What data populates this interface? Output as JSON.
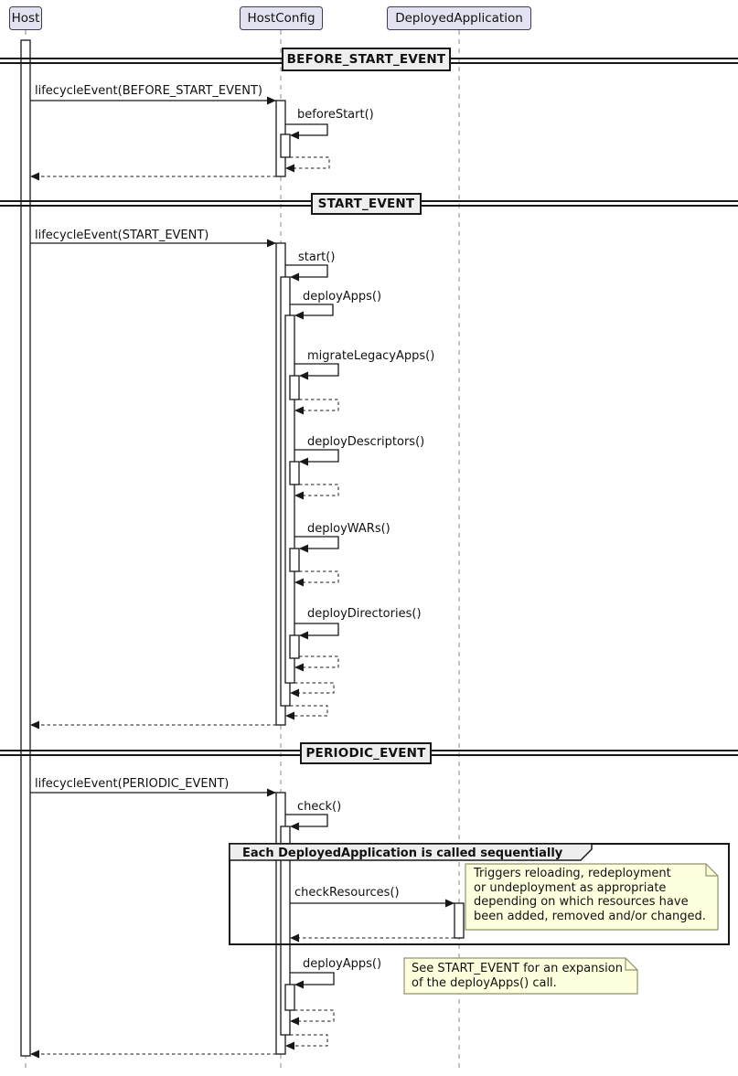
{
  "participants": [
    {
      "name": "Host"
    },
    {
      "name": "HostConfig"
    },
    {
      "name": "DeployedApplication"
    }
  ],
  "dividers": [
    {
      "title": "BEFORE_START_EVENT"
    },
    {
      "title": "START_EVENT"
    },
    {
      "title": "PERIODIC_EVENT"
    }
  ],
  "messages": [
    {
      "label": "lifecycleEvent(BEFORE_START_EVENT)"
    },
    {
      "label": "beforeStart()"
    },
    {
      "label": "lifecycleEvent(START_EVENT)"
    },
    {
      "label": "start()"
    },
    {
      "label": "deployApps()"
    },
    {
      "label": "migrateLegacyApps()"
    },
    {
      "label": "deployDescriptors()"
    },
    {
      "label": "deployWARs()"
    },
    {
      "label": "deployDirectories()"
    },
    {
      "label": "lifecycleEvent(PERIODIC_EVENT)"
    },
    {
      "label": "check()"
    },
    {
      "label": "checkResources()"
    },
    {
      "label": "deployApps()"
    }
  ],
  "group": {
    "title": "Each DeployedApplication is called sequentially"
  },
  "notes": [
    {
      "lines": [
        "Triggers reloading, redeployment",
        "or undeployment as appropriate",
        "depending on which resources have",
        "been added, removed and/or changed."
      ]
    },
    {
      "lines": [
        "See START_EVENT for an expansion",
        "of the deployApps() call."
      ]
    }
  ],
  "colors": {
    "participant_fill": "#E2E2F0",
    "participant_border": "#3B3B56",
    "divider_fill": "#EEEEEE",
    "note_fill": "#FEFFDD",
    "note_border": "#92926E",
    "line_color": "#181818",
    "lifeline_color": "#888888"
  }
}
